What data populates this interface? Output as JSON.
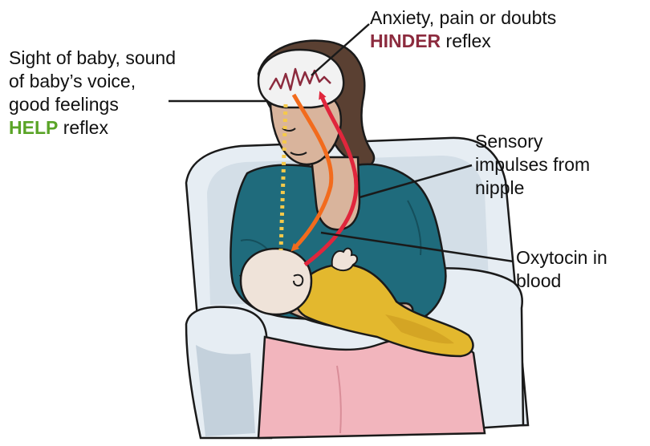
{
  "labels": {
    "anxiety": {
      "line1": "Anxiety, pain or doubts",
      "emphasis": "HINDER",
      "suffix": " reflex",
      "emphasis_color": "#8c2b3e"
    },
    "sight": {
      "line1": "Sight of baby, sound",
      "line2": "of baby’s voice,",
      "line3": "good feelings",
      "emphasis": "HELP",
      "suffix": " reflex",
      "emphasis_color": "#5aa427"
    },
    "sensory": {
      "line1": "Sensory",
      "line2": "impulses from",
      "line3": "nipple"
    },
    "oxytocin": {
      "line1": "Oxytocin in",
      "line2": "blood"
    }
  },
  "colors": {
    "outline": "#1a1a1a",
    "chair": "#e6edf3",
    "chair_shadow": "#c4d1dc",
    "hair": "#5a4032",
    "skin": "#d9b49c",
    "brain": "#f2f2f2",
    "brain_squiggle": "#8c2b3e",
    "dress": "#1f6b7c",
    "dress_dark": "#154f5c",
    "baby_clothes": "#e3b82e",
    "baby_skin": "#efe3d9",
    "skirt": "#f2b5bd",
    "arrow_sensory": "#e0263c",
    "arrow_oxytocin": "#f26b1d",
    "help_path": "#f5c94a"
  }
}
